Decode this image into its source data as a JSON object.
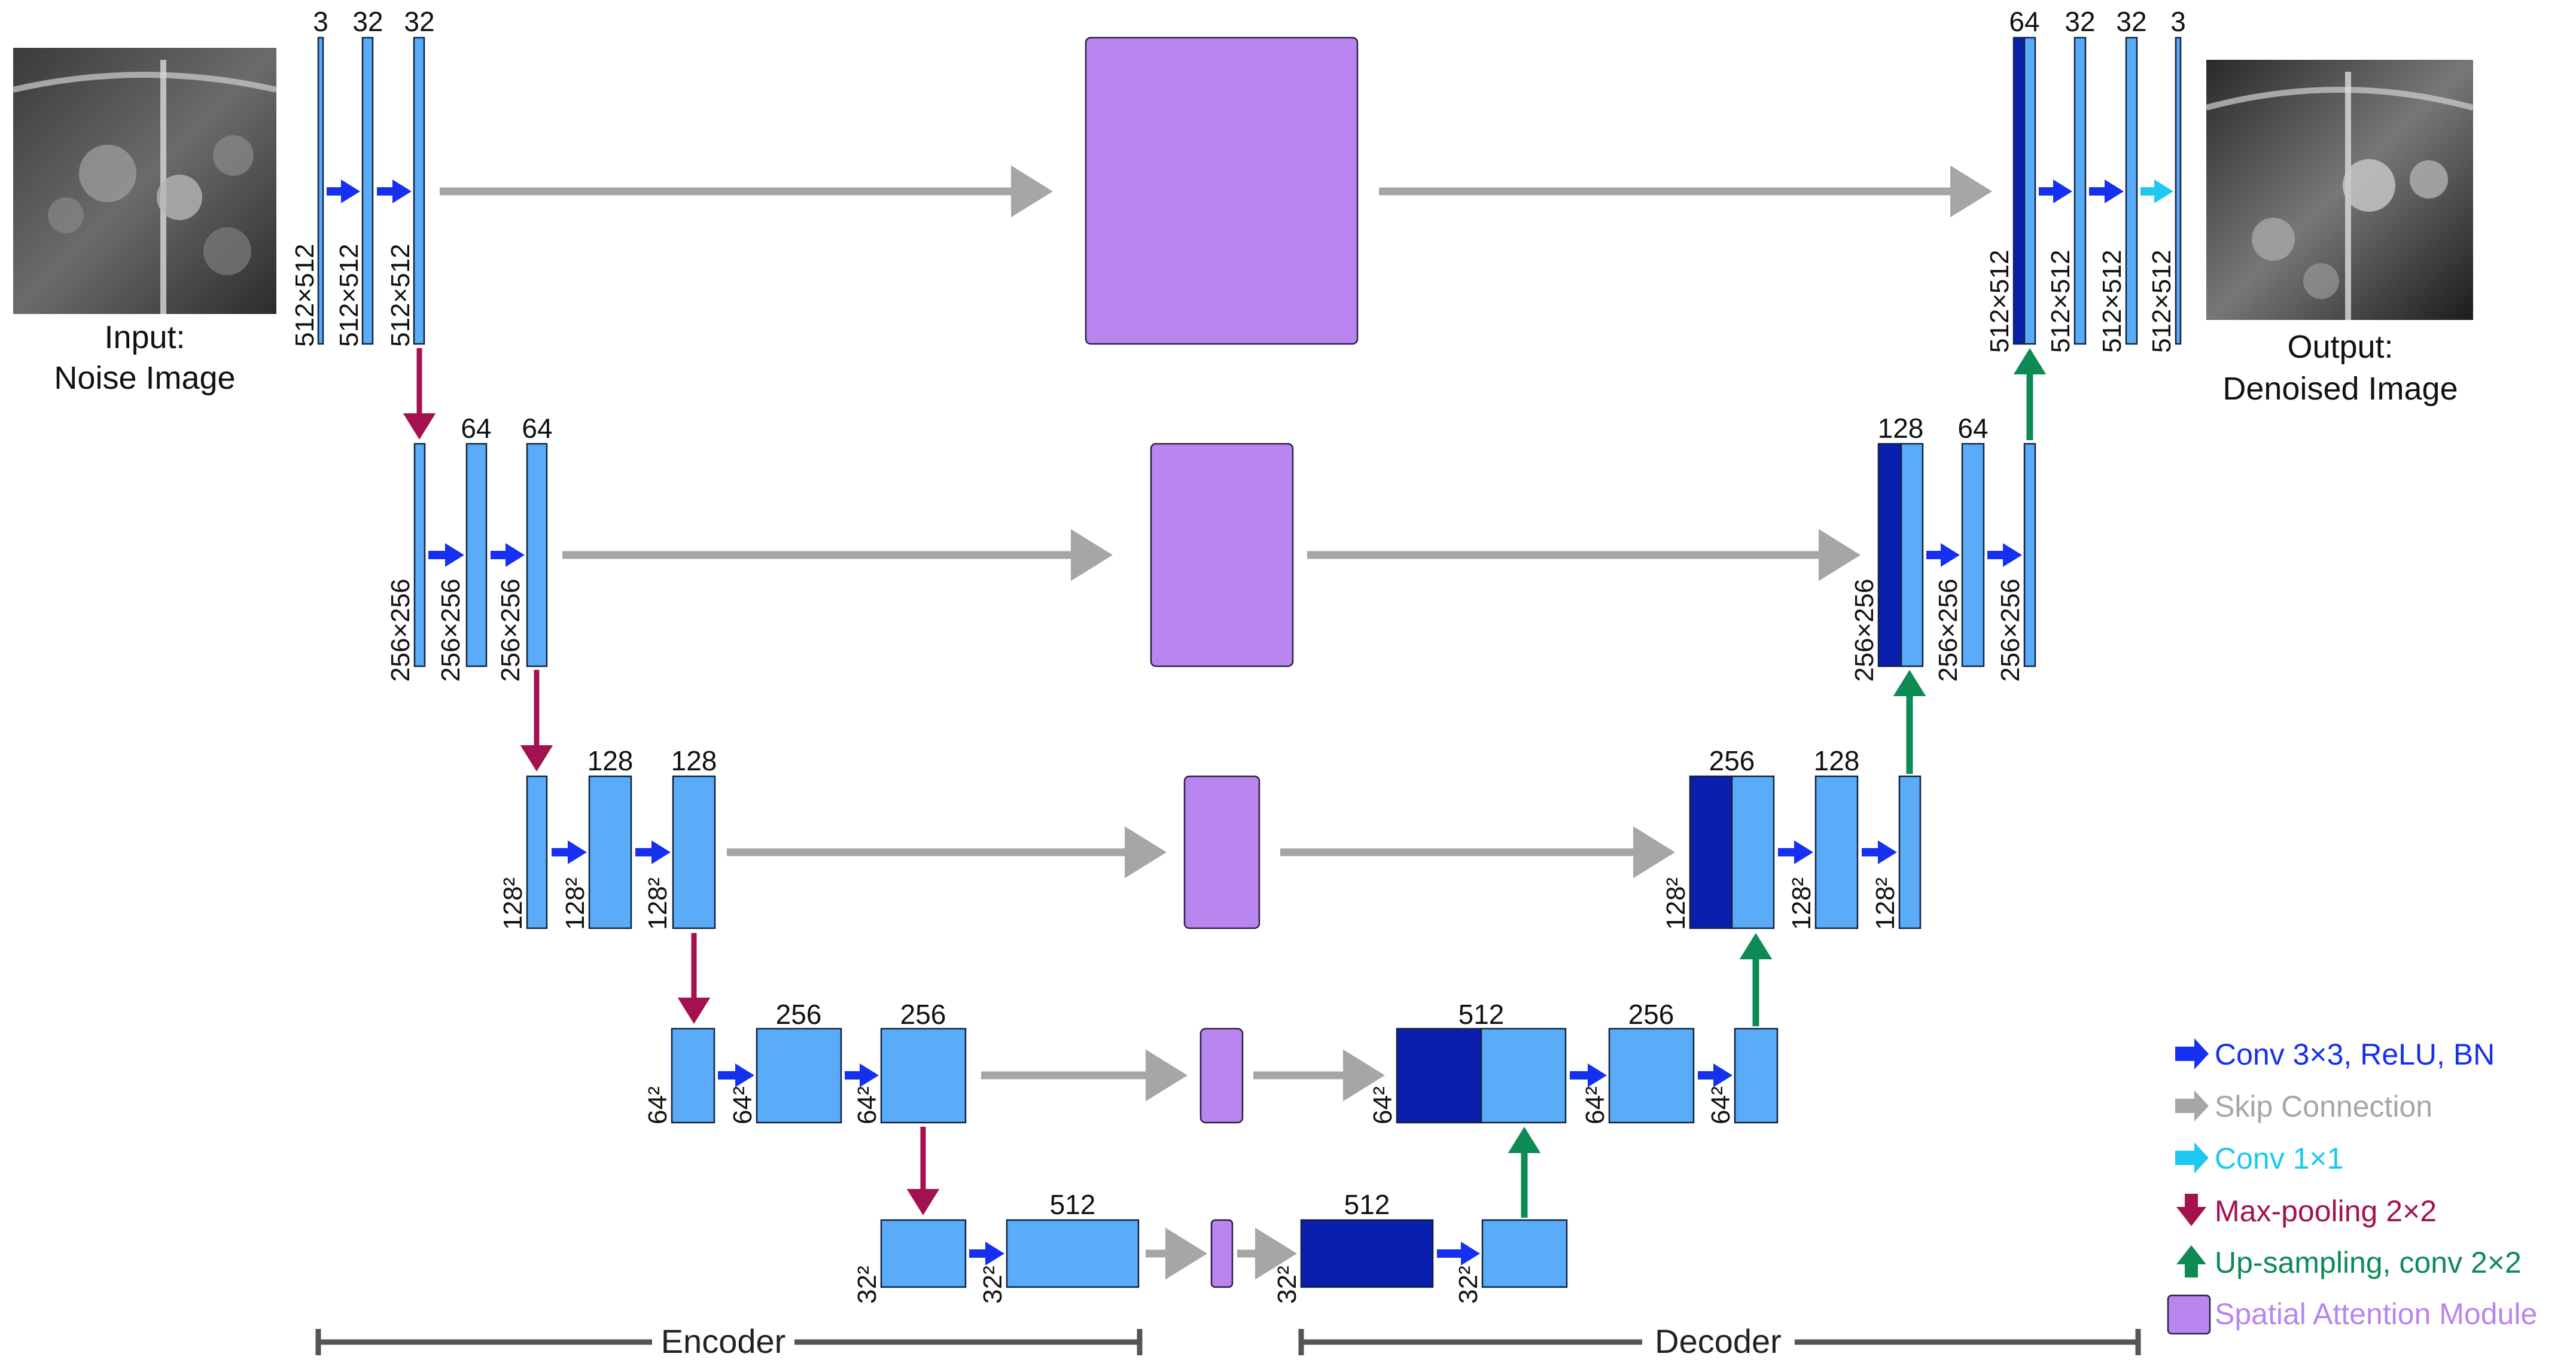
{
  "input_caption": [
    "Input:",
    "Noise Image"
  ],
  "output_caption": [
    "Output:",
    "Denoised Image"
  ],
  "encoder": {
    "level1": {
      "channels": [
        "3",
        "32",
        "32"
      ],
      "sizes": [
        "512×512",
        "512×512",
        "512×512"
      ]
    },
    "level2": {
      "channels": [
        "64",
        "64"
      ],
      "sizes": [
        "256×256",
        "256×256",
        "256×256"
      ]
    },
    "level3": {
      "channels": [
        "128",
        "128"
      ],
      "sizes": [
        "128²",
        "128²",
        "128²"
      ]
    },
    "level4": {
      "channels": [
        "256",
        "256"
      ],
      "sizes": [
        "64²",
        "64²",
        "64²"
      ]
    },
    "level5": {
      "channels": [
        "512"
      ],
      "sizes": [
        "32²",
        "32²"
      ]
    }
  },
  "decoder": {
    "level1": {
      "channels": [
        "64",
        "32",
        "32",
        "3"
      ],
      "sizes": [
        "512×512",
        "512×512",
        "512×512",
        "512×512"
      ]
    },
    "level2": {
      "channels": [
        "128",
        "64"
      ],
      "sizes": [
        "256×256",
        "256×256",
        "256×256"
      ]
    },
    "level3": {
      "channels": [
        "256",
        "128"
      ],
      "sizes": [
        "128²",
        "128²",
        "128²"
      ]
    },
    "level4": {
      "channels": [
        "512",
        "256"
      ],
      "sizes": [
        "64²",
        "64²",
        "64²"
      ]
    },
    "level5": {
      "channels": [
        "512"
      ],
      "sizes": [
        "32²",
        "32²"
      ]
    }
  },
  "legend": [
    {
      "label": "Conv 3×3, ReLU, BN",
      "color": "#1530f0"
    },
    {
      "label": "Skip Connection",
      "color": "#a6a6a6"
    },
    {
      "label": "Conv 1×1",
      "color": "#1ec8f0"
    },
    {
      "label": "Max-pooling 2×2",
      "color": "#a3124f"
    },
    {
      "label": "Up-sampling, conv 2×2",
      "color": "#0e8a55"
    },
    {
      "label": "Spatial Attention Module",
      "color": "#b985ee"
    }
  ],
  "sections": {
    "encoder": "Encoder",
    "decoder": "Decoder"
  },
  "colors": {
    "block": "#5aabf8",
    "block_dark": "#0a1fae",
    "attention": "#b985ee",
    "conv": "#1530f0",
    "skip": "#a6a6a6",
    "conv1x1": "#1ec8f0",
    "pool": "#a3124f",
    "up": "#0e8a55",
    "bar": "#555555"
  }
}
